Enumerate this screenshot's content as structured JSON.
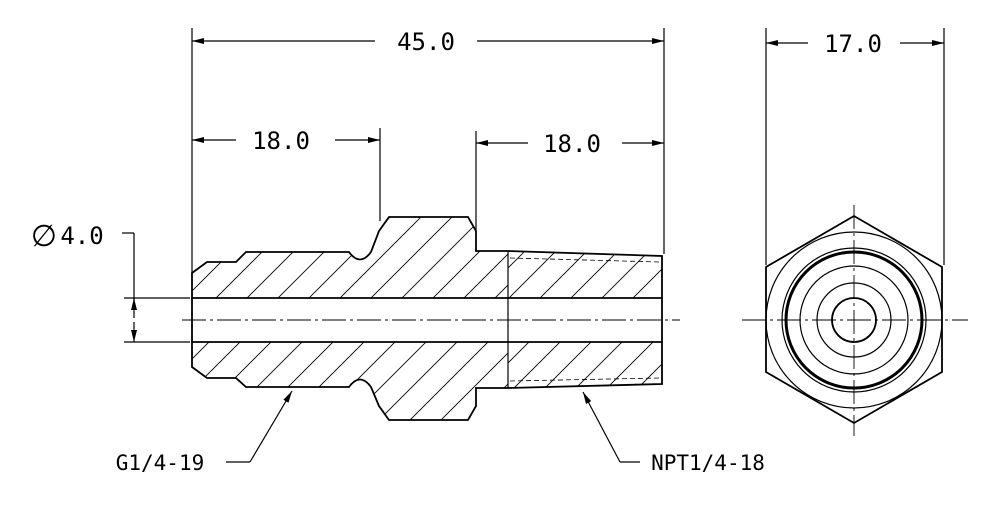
{
  "dimensions": {
    "overall_length": "45.0",
    "left_segment": "18.0",
    "right_segment": "18.0",
    "bore_diameter_symbol": "∅",
    "bore_diameter": "4.0",
    "hex_width": "17.0"
  },
  "callouts": {
    "left_thread": "G1/4-19",
    "right_thread": "NPT1/4-18"
  },
  "colors": {
    "line": "#000000",
    "background": "#ffffff"
  }
}
